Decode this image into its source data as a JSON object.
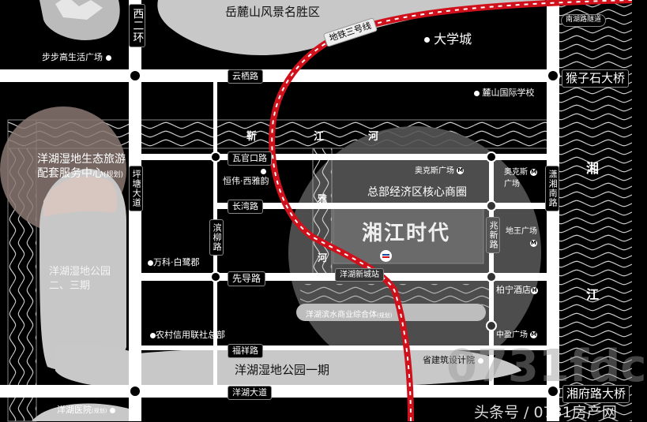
{
  "map": {
    "title": "湘江时代",
    "colors": {
      "background": "#000000",
      "road": "#ffffff",
      "metro": "#d0101b",
      "park": "#c8c8c8",
      "circle_left": "#8a7872",
      "circle_center": "#5a5a5a"
    },
    "areas": {
      "yuelu_scenic": "岳麓山风景名胜区",
      "university_city": "大学城",
      "hq_core_district": "总部经济区核心商圈",
      "wetland_service_center": "洋湖湿地生态旅游",
      "wetland_service_center_2": "配套服务中心",
      "wetland_service_center_note": "(规划)",
      "wetland_park_23": "洋湖湿地公园",
      "wetland_park_23_line2": "二、三期",
      "wetland_park_1": "洋湖湿地公园一期",
      "waterfront_complex": "洋湖滨水商业综合体",
      "waterfront_complex_note": "(规划)"
    },
    "roads": {
      "xierhuan": "西二环",
      "yunqi": "云栖路",
      "houzishi_bridge": "猴子石大桥",
      "nanhu_tunnel": "南湖路隧道",
      "waguankou": "瓦官口路",
      "changwan": "长湾路",
      "pingtang": "坪塘大道",
      "binliu": "滨柳路",
      "xiandao": "先导路",
      "fuxiang": "福祥路",
      "yanghu_avenue": "洋湖大道",
      "xiaoxiang_south": "潇湘南路",
      "zhaoxin": "兆新路",
      "xiangfu_bridge": "湘府路大桥"
    },
    "metro": {
      "line_label": "地铁三号线",
      "station": "洋湖新城站"
    },
    "rivers": {
      "jin_1": "靳",
      "jin_2": "江",
      "jin_3": "河",
      "ya_1": "雅",
      "ya_2": "河",
      "xiang_1": "湘",
      "xiang_2": "江"
    },
    "pois": {
      "bubugao": "步步高生活广场",
      "lushan_school": "麓山国际学校",
      "hengwei": "恒伟·西雅韵",
      "aokesi_1": "奥克斯广场",
      "aokesi_2a": "奥克斯",
      "aokesi_2b": "广场",
      "diwang": "地王广场",
      "vanke": "万科·白鹭郡",
      "boning": "柏宁酒店",
      "nongcun": "农村信用联社总部",
      "zhongying": "中盈广场",
      "architecture_institute": "省建筑设计院",
      "yanghu_hospital": "洋湖医院",
      "yanghu_hospital_note": "(规划)"
    },
    "icons": {
      "mall": "mall-icon",
      "hotel": "hotel-icon",
      "project_logo": "project-logo-icon"
    },
    "watermark": {
      "source": "头条号 / 0731房产网",
      "fdc": "0731fdc"
    }
  }
}
